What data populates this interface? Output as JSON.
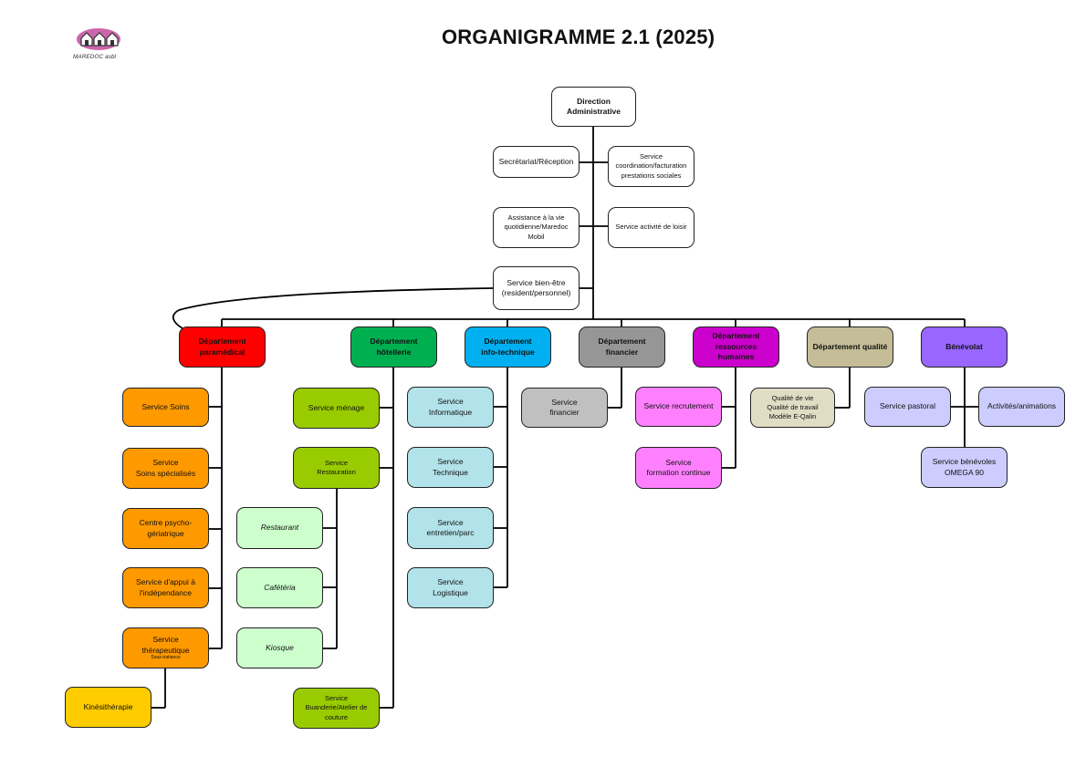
{
  "header": {
    "title": "ORGANIGRAMME 2.1 (2025)",
    "logo_text": "MAREDOC asbl"
  },
  "nodes": {
    "direction": [
      "Direction",
      "Administrative"
    ],
    "secretariat": [
      "Secrétariat/Réception"
    ],
    "coordination": [
      "Service",
      "coordination/facturation",
      "prestations sociales"
    ],
    "assistance": [
      "Assistance à la vie",
      "quotidienne/Maredoc",
      "Mobil"
    ],
    "loisir": [
      "Service activité de loisir"
    ],
    "bien_etre": [
      "Service bien-être",
      "(resident/personnel)"
    ],
    "dept_paramedical": [
      "Département",
      "paramédical"
    ],
    "dept_hotellerie": [
      "Département",
      "hôtellerie"
    ],
    "dept_infotech": [
      "Département",
      "info-technique"
    ],
    "dept_financier": [
      "Département",
      "financier"
    ],
    "dept_rh": [
      "Département",
      "ressources humaines"
    ],
    "dept_qualite": [
      "Département qualité"
    ],
    "benevolat": [
      "Bénévolat"
    ],
    "soins": [
      "Service Soins"
    ],
    "soins_spec": [
      "Service",
      "Soins spécialisés"
    ],
    "psycho": [
      "Centre psycho-",
      "gériatrique"
    ],
    "appui": [
      "Service d'appui à",
      "l'indépendance"
    ],
    "therapeutique": [
      "Service",
      "thérapeutique"
    ],
    "therapeutique_sub": "Sous-traitance",
    "kine": [
      "Kinésithérapie"
    ],
    "menage": [
      "Service ménage"
    ],
    "restauration": [
      "Service",
      "Restauration"
    ],
    "restaurant": [
      "Restaurant"
    ],
    "cafeteria": [
      "Cafétéria"
    ],
    "kiosque": [
      "Kiosque"
    ],
    "buanderie": [
      "Service",
      "Buanderie/Atelier de",
      "couture"
    ],
    "informatique": [
      "Service",
      "Informatique"
    ],
    "technique": [
      "Service",
      "Technique"
    ],
    "entretien": [
      "Service",
      "entretien/parc"
    ],
    "logistique": [
      "Service",
      "Logistique"
    ],
    "service_financier": [
      "Service",
      "financier"
    ],
    "recrutement": [
      "Service recrutement"
    ],
    "formation": [
      "Service",
      "formation continue"
    ],
    "qualite_vie": [
      "Qualité de vie",
      "Qualité de travail",
      "Modèle E-Qalin"
    ],
    "pastoral": [
      "Service pastoral"
    ],
    "activites": [
      "Activités/animations"
    ],
    "benevoles": [
      "Service bénévoles",
      "OMEGA 90"
    ]
  },
  "colors": {
    "white": "#ffffff",
    "paramedical": "#ff0000",
    "hotellerie": "#00b050",
    "infotech": "#00b0f0",
    "financier": "#969696",
    "rh": "#cc00cc",
    "qualite": "#c4bd97",
    "benevolat": "#9966ff",
    "orange": "#ff9900",
    "yellow": "#ffcc00",
    "green_light": "#99cc00",
    "green_pale": "#ccffcc",
    "cyan_pale": "#b2e3ea",
    "grey_light": "#c0c0c0",
    "pink": "#ff80ff",
    "beige": "#e1ddc4",
    "lavender": "#ccccff",
    "logo_pink": "#cc66aa"
  }
}
